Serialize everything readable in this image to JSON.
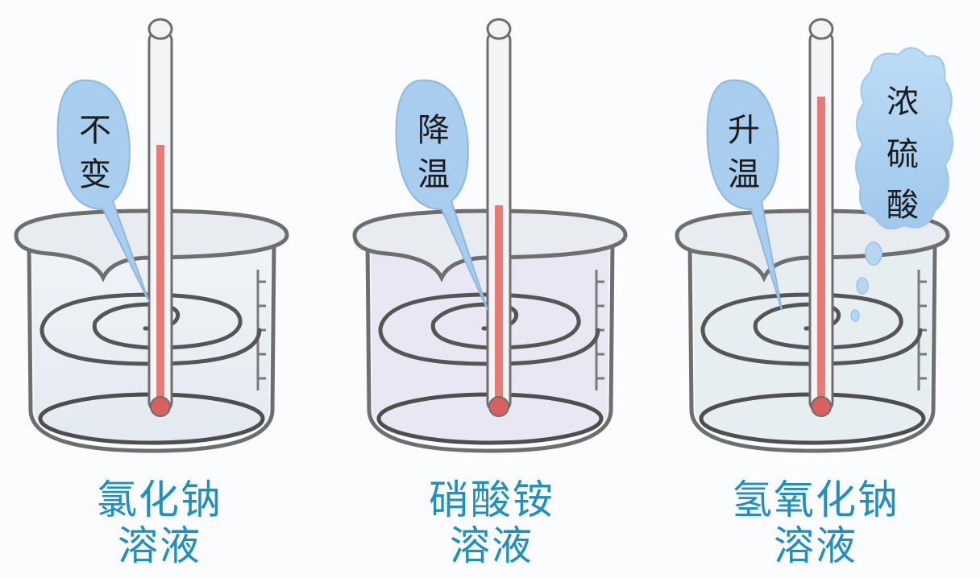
{
  "beakers": [
    {
      "bubble_text": [
        "不",
        "变"
      ],
      "label_lines": [
        "氯化钠",
        "溶液"
      ],
      "solute_drops": false
    },
    {
      "bubble_text": [
        "降",
        "温"
      ],
      "label_lines": [
        "硝酸铵",
        "溶液"
      ],
      "solute_drops": false
    },
    {
      "bubble_text": [
        "升",
        "温"
      ],
      "label_lines": [
        "氢氧化钠",
        "溶液"
      ],
      "solute_drops": true
    }
  ],
  "acid_cloud_text": [
    "浓",
    "硫",
    "酸"
  ],
  "colors": {
    "liquid_column": "#e87a78",
    "bubble_fill": "#a9cdee",
    "label_text": "#1f8fc0",
    "glass_outline": "#6e6e6e"
  }
}
